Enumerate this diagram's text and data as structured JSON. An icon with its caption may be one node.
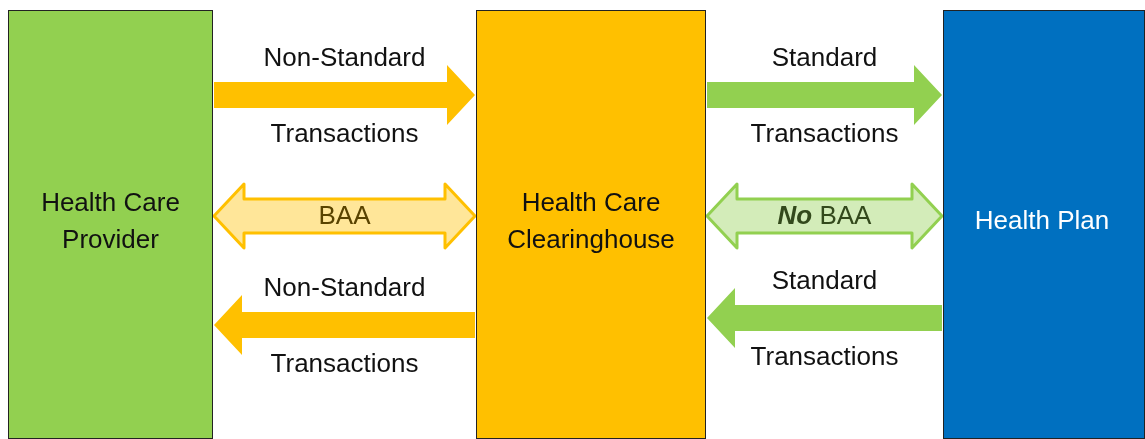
{
  "diagram": {
    "nodes": [
      {
        "text": [
          "Health Care Provider"
        ]
      },
      {
        "text": [
          "Health Care Clearinghouse"
        ]
      },
      {
        "text": [
          "Health Plan"
        ]
      }
    ],
    "edges": [
      {
        "from": 0,
        "to": 1,
        "arrow": "to",
        "label": "Non-Standard Transactions",
        "style": "thick",
        "color": "#ffc000"
      },
      {
        "from": 0,
        "to": 1,
        "arrow": "both",
        "label": "BAA",
        "color": "#ffc000"
      },
      {
        "from": 1,
        "to": 0,
        "arrow": "to",
        "label": "Non-Standard Transactions",
        "style": "thick",
        "color": "#ffc000"
      },
      {
        "from": 1,
        "to": 2,
        "arrow": "to",
        "label": "Standard Transactions",
        "style": "thick",
        "color": "#92d050"
      },
      {
        "from": 1,
        "to": 2,
        "arrow": "both",
        "label": "**No** BAA",
        "color": "#92d050"
      },
      {
        "from": 2,
        "to": 1,
        "arrow": "to",
        "label": "Standard Transactions",
        "style": "thick",
        "color": "#92d050"
      }
    ]
  }
}
